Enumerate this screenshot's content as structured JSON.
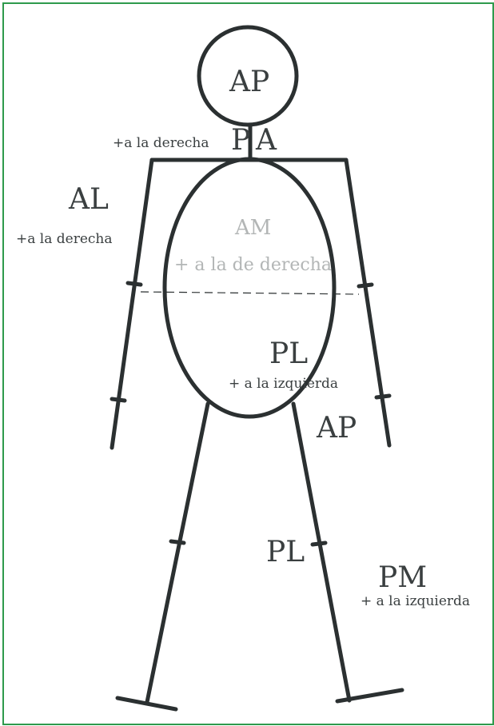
{
  "labels": {
    "head": "AP",
    "neck_p": "P",
    "neck_a": "A",
    "neck_note": "+a la derecha",
    "arm": "AL",
    "arm_note": "+a la derecha",
    "torso_upper": "AM",
    "torso_upper_note": "+ a la de derecha",
    "torso_lower": "PL",
    "torso_lower_note": "+ a la izquierda",
    "hip": "AP",
    "leg": "PL",
    "foot": "PM",
    "foot_note": "+ a la izquierda"
  },
  "colors": {
    "frame": "#2e9a4c",
    "line": "#2b3031",
    "text": "#3a3f40",
    "faint_text": "#b3b6b6"
  }
}
